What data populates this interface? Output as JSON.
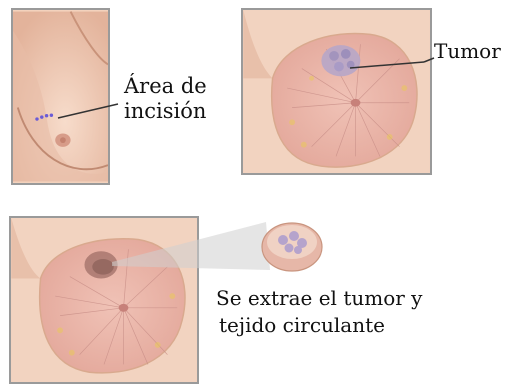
{
  "labels": {
    "incision_area_line1": "Área de",
    "incision_area_line2": "incisión",
    "tumor": "Tumor",
    "removed_line1": "Se extrae el tumor y",
    "removed_line2": "tejido circulante"
  },
  "colors": {
    "skin": "#f3d2bd",
    "skin_shadow": "#d9a98e",
    "tissue": "#e6a9a2",
    "tumor": "#b7a6c8",
    "incision_dots": "#6b5bd6",
    "panel_border": "#9a9a9a",
    "leader_line": "#333333"
  },
  "panels": [
    {
      "name": "incision-site-view"
    },
    {
      "name": "tumor-cross-section-view"
    },
    {
      "name": "tumor-removal-view"
    }
  ]
}
